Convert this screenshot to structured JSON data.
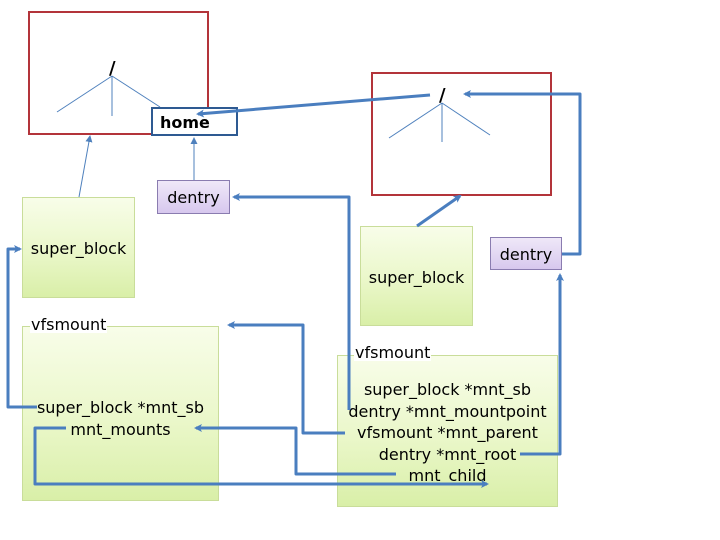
{
  "left_fs": {
    "root": "/",
    "home": "home",
    "dentry": "dentry",
    "super_block": "super_block",
    "vfsmount_title": "vfsmount",
    "fields": [
      "super_block *mnt_sb",
      "mnt_mounts"
    ]
  },
  "right_fs": {
    "root": "/",
    "dentry": "dentry",
    "super_block": "super_block",
    "vfsmount_title": "vfsmount",
    "fields": [
      "super_block *mnt_sb",
      "dentry *mnt_mountpoint",
      "vfsmount *mnt_parent",
      "dentry *mnt_root",
      "mnt_child"
    ]
  },
  "colors": {
    "frame": "#b3343a",
    "tree_line": "#4f81bd",
    "arrow": "#4a7ebf",
    "green_fill": "#eaf7c9",
    "purple_fill": "#d7c8ee",
    "home_border": "#2e5a92"
  }
}
